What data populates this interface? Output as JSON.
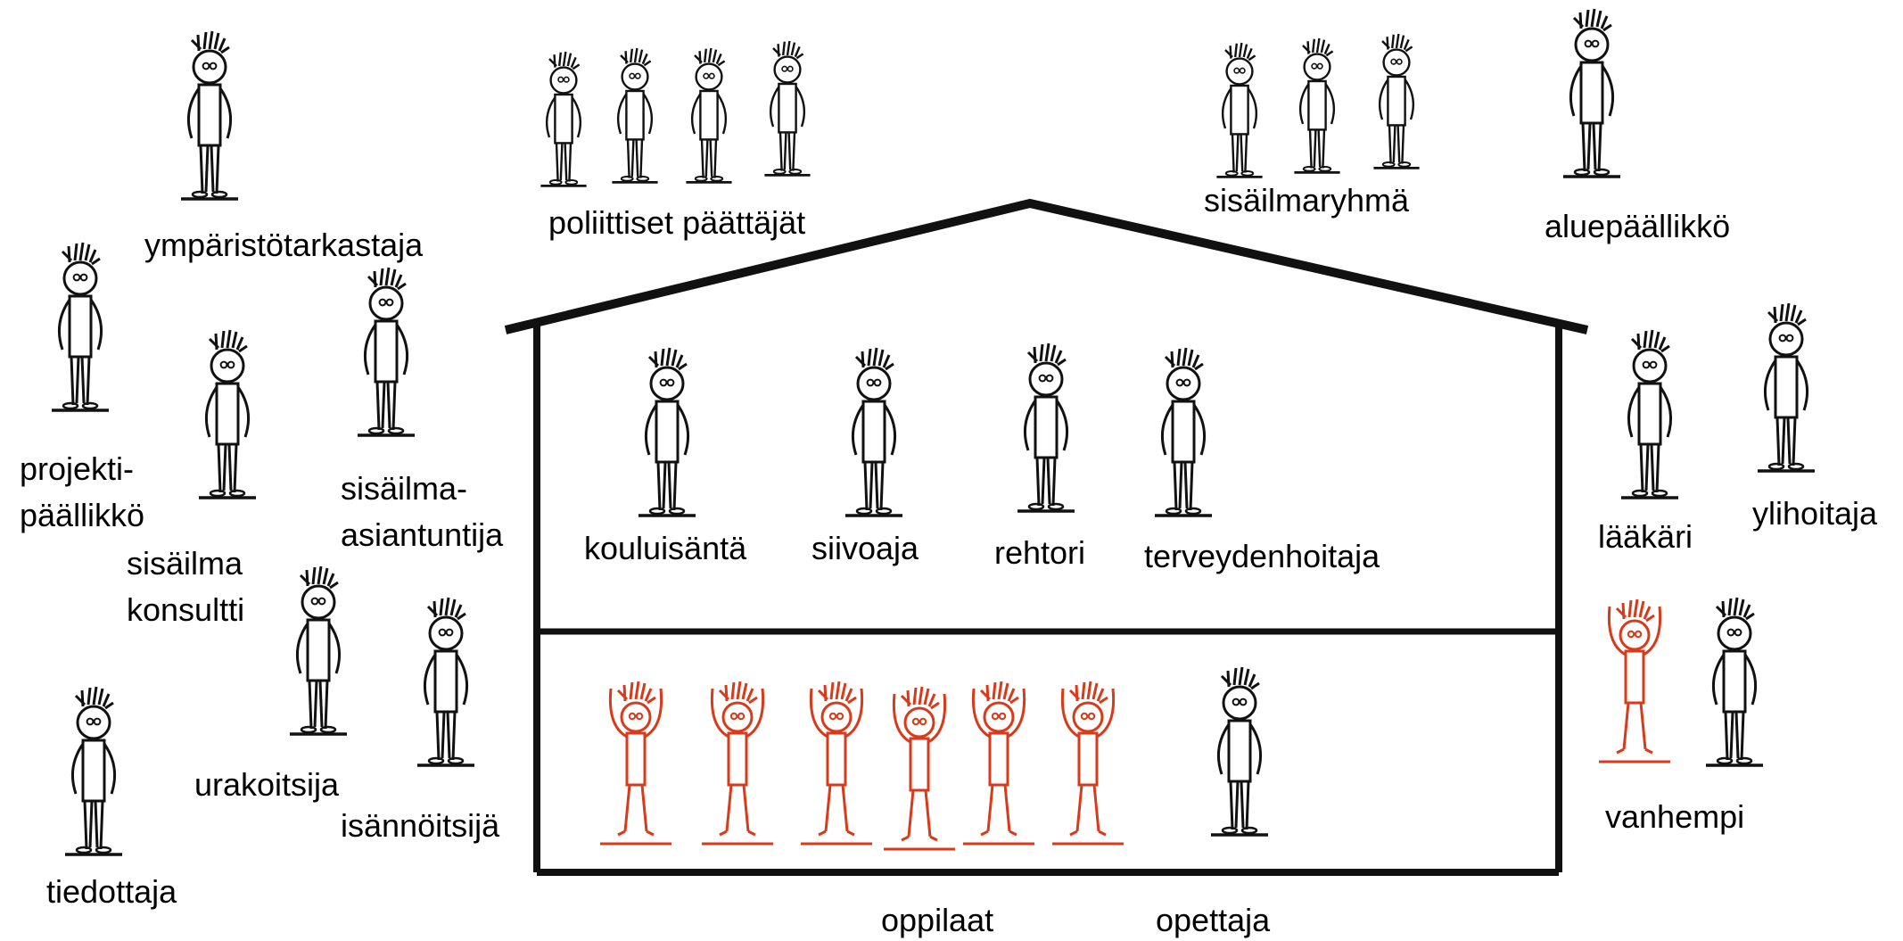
{
  "colors": {
    "ink": "#111111",
    "student": "#d93a1a",
    "background": "#ffffff"
  },
  "outside_labels": {
    "ymparistotarkastaja": "ympäristötarkastaja",
    "poliittiset_paattajat": "poliittiset päättäjät",
    "sisailmaryhma": "sisäilmaryhmä",
    "aluepaallikko": "aluepäällikkö",
    "projekti_line1": "projekti-",
    "projekti_line2": "päällikkö",
    "sisailma_asiantuntija_line1": "sisäilma-",
    "sisailma_asiantuntija_line2": "asiantuntija",
    "sisailma_konsultti_line1": "sisäilma",
    "sisailma_konsultti_line2": "konsultti",
    "urakoitsija": "urakoitsija",
    "isannoitsija": "isännöitsijä",
    "tiedottaja": "tiedottaja",
    "laakari": "lääkäri",
    "ylihoitaja": "ylihoitaja",
    "vanhempi": "vanhempi"
  },
  "house_labels": {
    "kouluisanta": "kouluisäntä",
    "siivoaja": "siivoaja",
    "rehtori": "rehtori",
    "terveydenhoitaja": "terveydenhoitaja",
    "oppilaat": "oppilaat",
    "opettaja": "opettaja"
  },
  "figures": {
    "neutral_figure": "standing-stick-figure",
    "student_figure": "arms-raised-stick-figure"
  }
}
